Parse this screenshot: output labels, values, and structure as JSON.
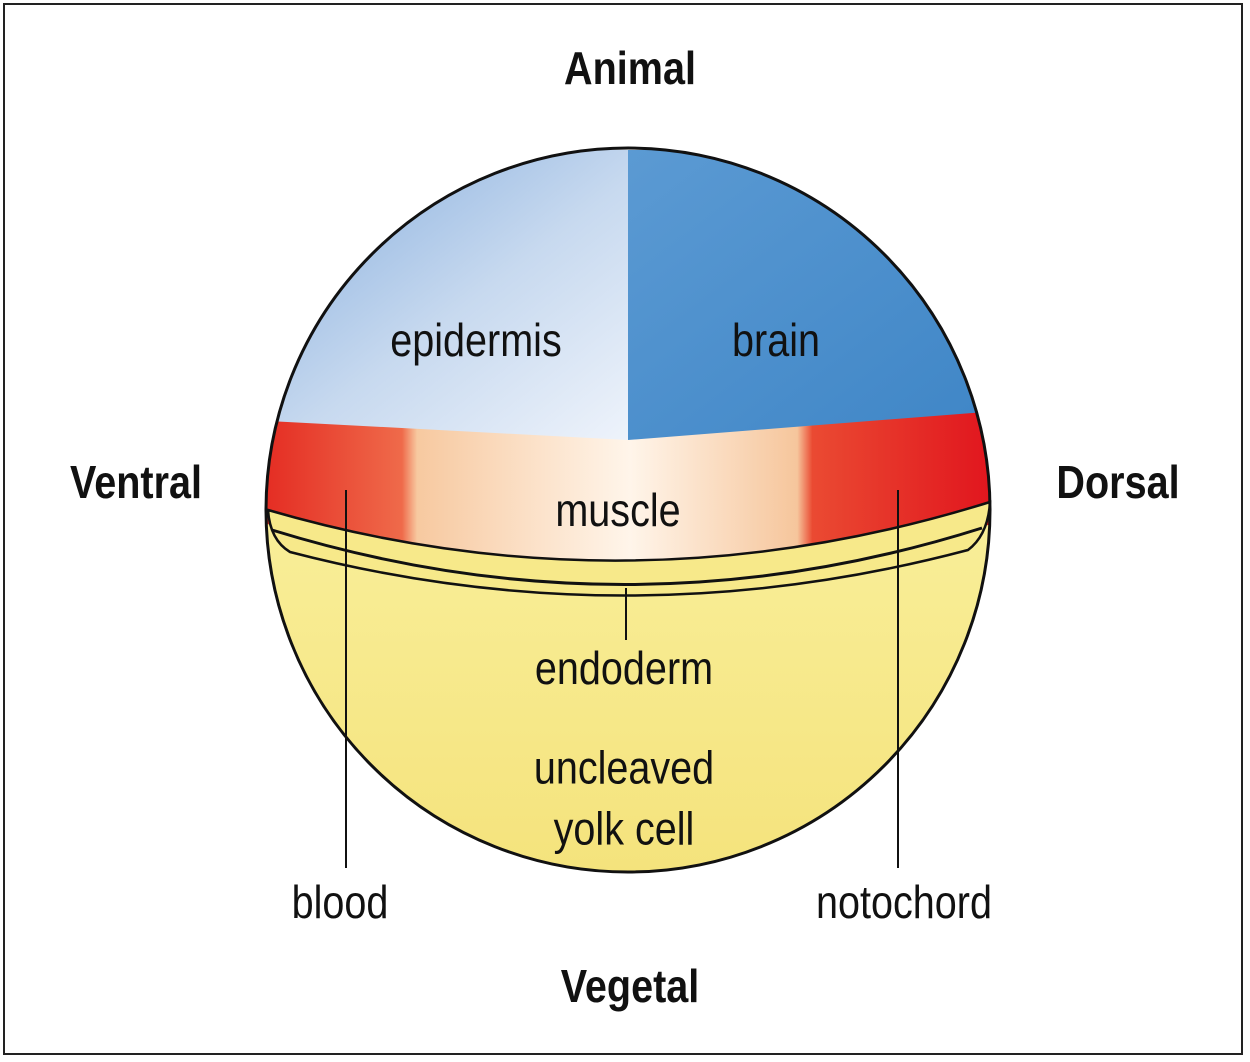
{
  "axes": {
    "animal": "Animal",
    "vegetal": "Vegetal",
    "ventral": "Ventral",
    "dorsal": "Dorsal"
  },
  "regions": {
    "epidermis": "epidermis",
    "brain": "brain",
    "muscle": "muscle",
    "endoderm": "endoderm",
    "yolk_line1": "uncleaved",
    "yolk_line2": "yolk cell",
    "blood": "blood",
    "notochord": "notochord"
  },
  "colors": {
    "epidermis": "#c9daf0",
    "brain": "#4d94cf",
    "mesoderm_red": "#e8302a",
    "muscle": "#fbe6cf",
    "yolk": "#f7e98a",
    "outline": "#111111"
  }
}
